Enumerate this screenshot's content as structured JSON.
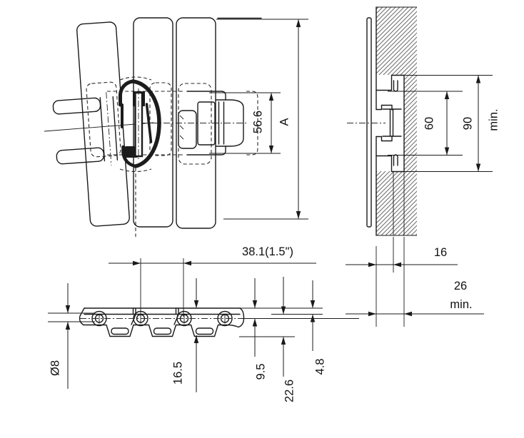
{
  "drawing": {
    "title": "conveyor-chain-technical-drawing",
    "plan_view": {
      "dim_hinge_width": "56.6",
      "dim_overall_width": "A"
    },
    "section_view": {
      "dim_inner": "60",
      "dim_outer": "90",
      "dim_outer_suffix": "min.",
      "dim_slot_depth": "16",
      "dim_clearance_value": "26",
      "dim_clearance_suffix": "min."
    },
    "side_view": {
      "dim_pitch": "38.1(1.5\")",
      "dim_pin_diameter": "Ø8",
      "dim_link_height": "16.5",
      "dim_top_to_axis": "9.5",
      "dim_body_height": "22.6",
      "dim_plate_thickness": "4.8"
    }
  }
}
